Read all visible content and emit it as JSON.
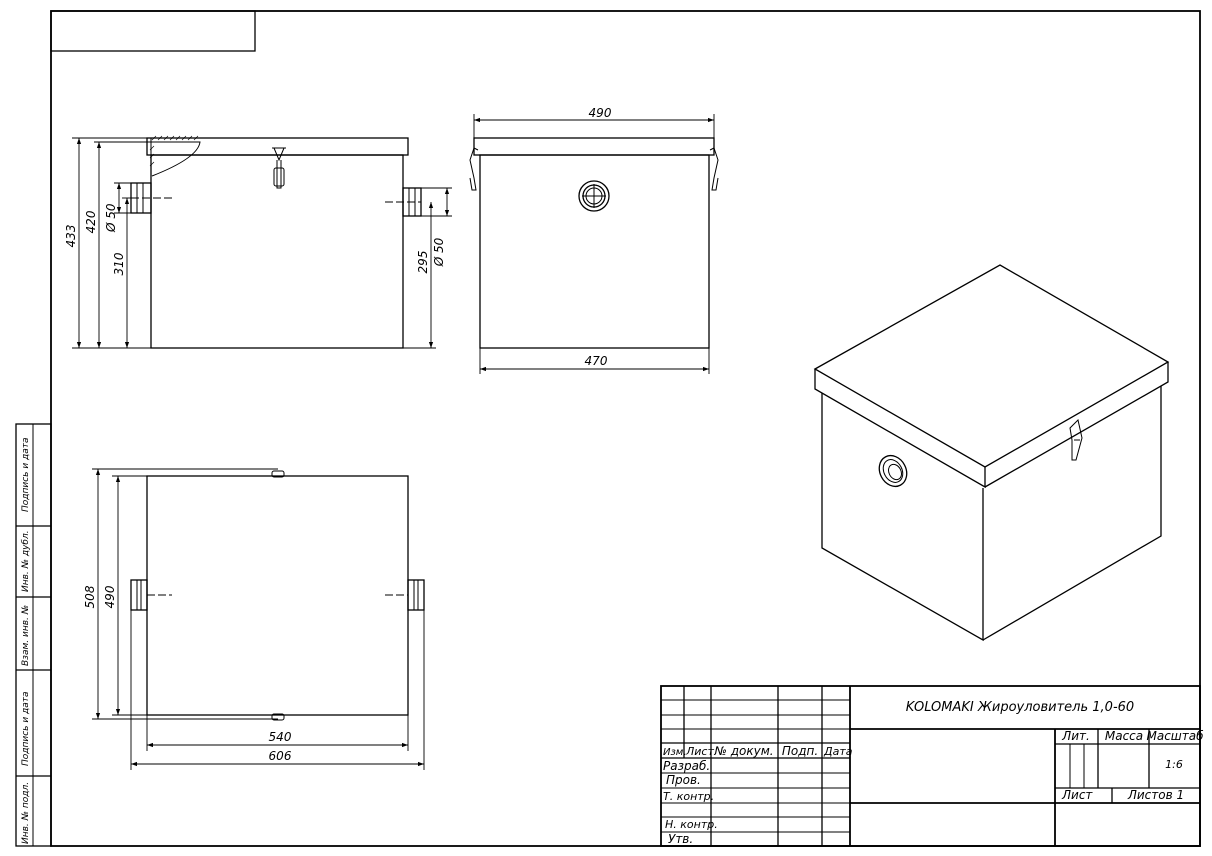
{
  "drawing": {
    "frame_box_empty": "",
    "side_view": {
      "dim_total_height": "433",
      "dim_body_height": "420",
      "dim_inlet_height": "310",
      "dim_inlet_diameter": "Ø 50",
      "dim_outlet_diameter": "Ø 50",
      "dim_outlet_height": "295"
    },
    "front_view": {
      "dim_top_width": "490",
      "dim_bottom_width": "470"
    },
    "plan_view": {
      "dim_outer_depth": "508",
      "dim_inner_depth": "490",
      "dim_inner_length": "540",
      "dim_outer_length": "606"
    },
    "side_stamp": {
      "field_1": "Подпись и дата",
      "field_2": "Инв. № дубл.",
      "field_3": "Взам. инв. №",
      "field_4": "Подпись и дата",
      "field_5": "Инв. № подл."
    },
    "title_block": {
      "document_title": "KOLOMAKI Жироуловитель 1,0-60",
      "col_izm": "Изм.",
      "col_list": "Лист",
      "col_doc": "№ докум.",
      "col_sign": "Подп.",
      "col_date": "Дата",
      "row_razrab": "Разраб.",
      "row_prov": "Пров.",
      "row_tkontr": "Т. контр.",
      "row_nkontr": "Н. контр.",
      "row_utv": "Утв.",
      "lit_label": "Лит.",
      "mass_label": "Масса",
      "scale_label": "Масштаб",
      "scale_value": "1:6",
      "sheet_label": "Лист",
      "sheets_label": "Листов 1"
    }
  }
}
